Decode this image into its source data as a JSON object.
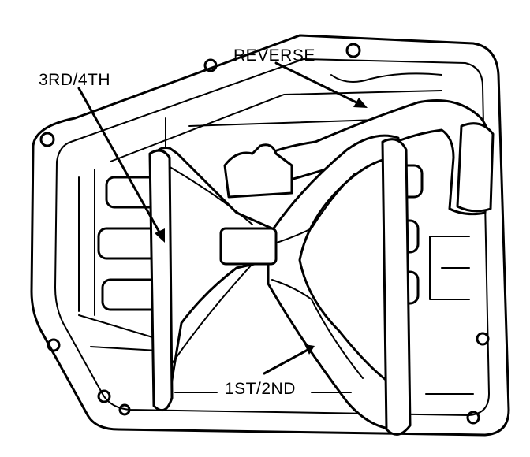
{
  "labels": {
    "reverse": "REVERSE",
    "third_fourth": "3RD/4TH",
    "first_second": "1ST/2ND"
  },
  "colors": {
    "ink": "#000000",
    "paper": "#ffffff"
  }
}
